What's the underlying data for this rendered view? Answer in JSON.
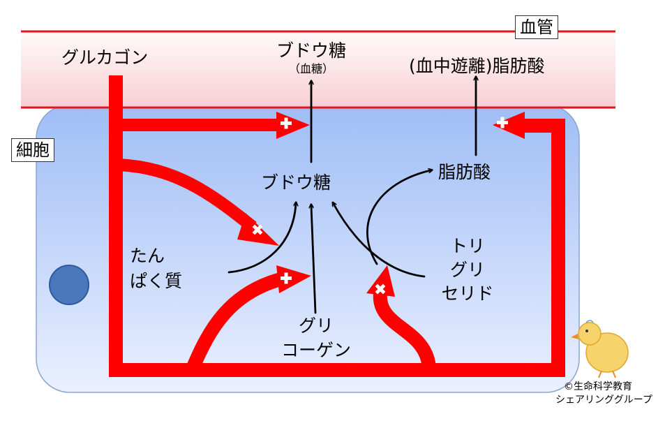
{
  "labels": {
    "blood_vessel": "血管",
    "cell": "細胞",
    "glucagon": "グルカゴン",
    "glucose_blood": "ブドウ糖",
    "glucose_blood_sub": "（血糖）",
    "free_fatty_acid": "(血中遊離)脂肪酸",
    "glucose_cell": "ブドウ糖",
    "fatty_acid_cell": "脂肪酸",
    "protein_line1": "たん",
    "protein_line2": "ぱく質",
    "glycogen_line1": "グリ",
    "glycogen_line2": "コーゲン",
    "triglyceride_line1": "トリ",
    "triglyceride_line2": "グリ",
    "triglyceride_line3": "セリド"
  },
  "credit": {
    "line1": "©生命科学教育",
    "line2": "シェアリンググループ"
  },
  "colors": {
    "vessel_fill": "#fbe0e2",
    "vessel_line": "#e3151f",
    "cell_fill_top": "#9fbdf5",
    "cell_fill_bottom": "#e8efff",
    "signal_red": "#ff0000",
    "nucleus": "#4a78bd"
  }
}
